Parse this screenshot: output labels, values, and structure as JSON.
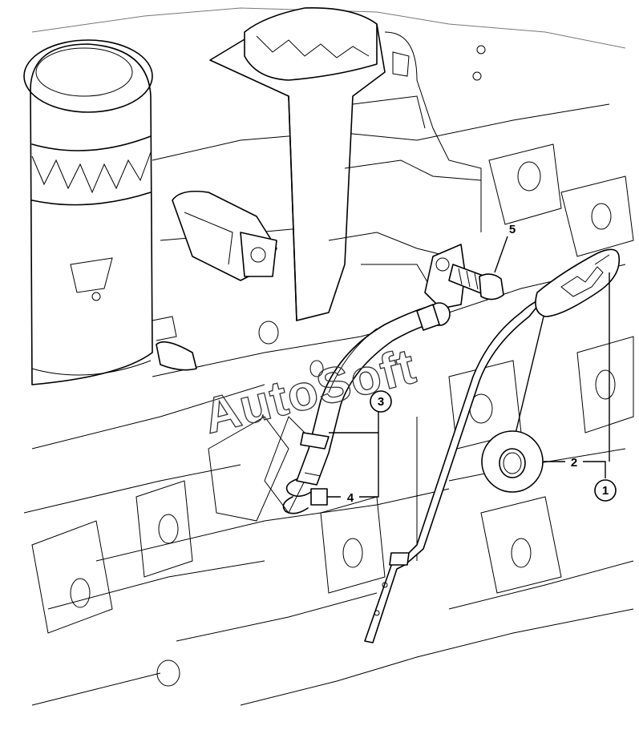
{
  "watermark": "AutoSoft",
  "callouts": {
    "c1": "1",
    "c2": "2",
    "c3": "3",
    "c4": "4",
    "c5": "5"
  }
}
